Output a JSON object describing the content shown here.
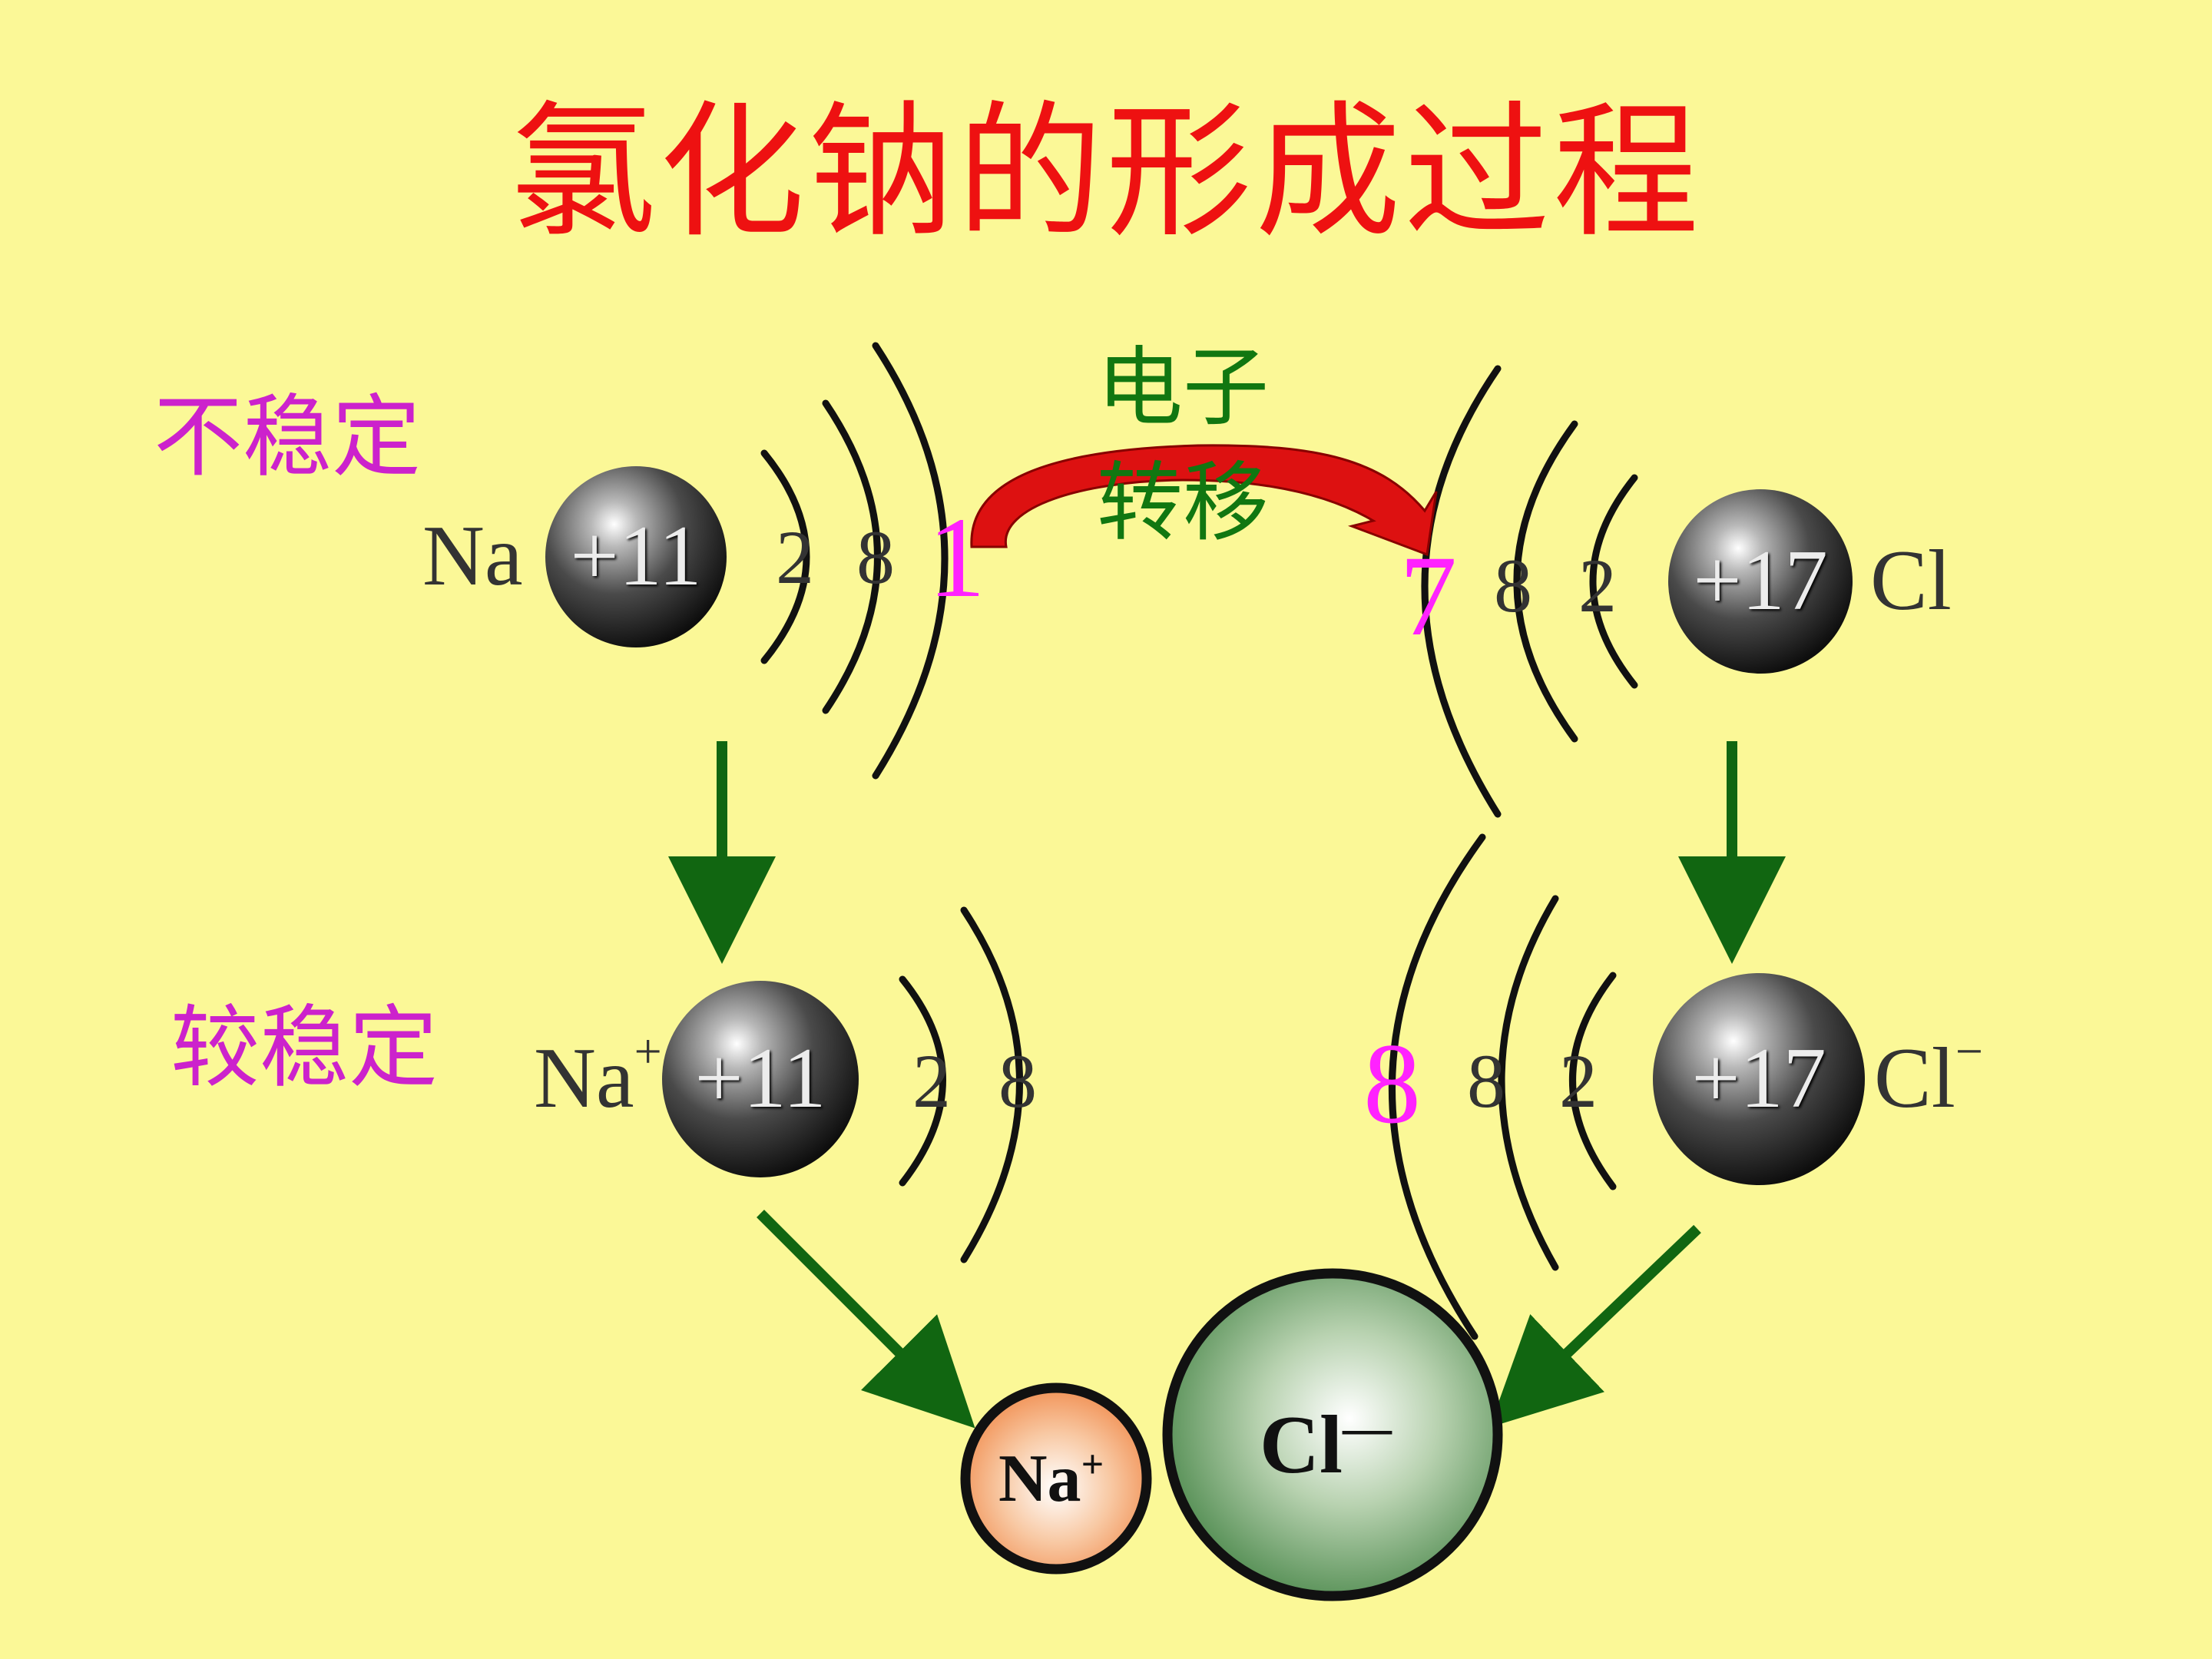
{
  "title": "氯化钠的形成过程",
  "states": {
    "unstable": "不稳定",
    "stable": "较稳定"
  },
  "transfer": {
    "line1": "电子",
    "line2": "转移"
  },
  "atoms": {
    "na": {
      "symbol": "Na",
      "nucleus": "+11",
      "shells": [
        "2",
        "8"
      ],
      "valence": "1"
    },
    "cl": {
      "symbol": "Cl",
      "nucleus": "+17",
      "shells": [
        "8",
        "2"
      ],
      "valence": "7"
    }
  },
  "ions": {
    "na": {
      "symbol": "Na",
      "charge": "+",
      "nucleus": "+11",
      "shells": [
        "2",
        "8"
      ]
    },
    "cl": {
      "symbol": "Cl",
      "charge": "−",
      "nucleus": "+17",
      "shells": [
        "8",
        "2"
      ],
      "valence": "8"
    }
  },
  "product": {
    "na_symbol": "Na",
    "na_charge": "+",
    "cl_symbol": "Cl",
    "cl_charge": "—"
  },
  "colors": {
    "background": "#FBF897",
    "title": "#EE1111",
    "state_text": "#CC22CC",
    "transfer_text": "#117711",
    "arrow": "#116611",
    "valence": "#FF22FF",
    "na_ion_fill": "#F49A60",
    "cl_ion_fill": "#4E8A4E"
  }
}
